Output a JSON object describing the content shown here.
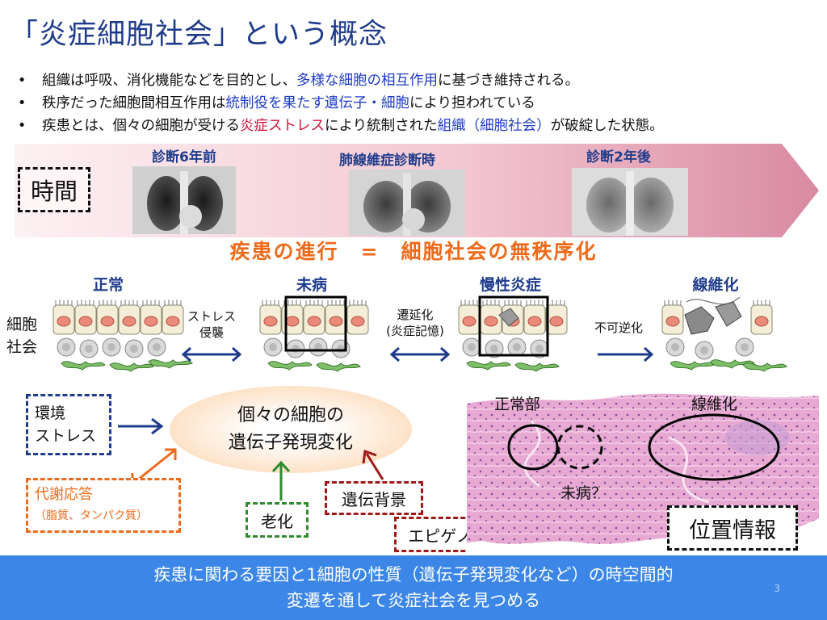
{
  "title": "「炎症細胞社会」という概念",
  "bullets": [
    {
      "parts": [
        {
          "t": "組織は呼吸、消化機能などを目的とし、",
          "c": ""
        },
        {
          "t": "多様な細胞の相互作用",
          "c": "hl-blue"
        },
        {
          "t": "に基づき維持される。",
          "c": ""
        }
      ]
    },
    {
      "parts": [
        {
          "t": "秩序だった細胞間相互作用は",
          "c": ""
        },
        {
          "t": "統制役を果たす遺伝子・細胞",
          "c": "hl-blue"
        },
        {
          "t": "により担われている",
          "c": ""
        }
      ]
    },
    {
      "parts": [
        {
          "t": "疾患とは、個々の細胞が受ける",
          "c": ""
        },
        {
          "t": "炎症ストレス",
          "c": "hl-red"
        },
        {
          "t": "により統制された",
          "c": ""
        },
        {
          "t": "組織（細胞社会）",
          "c": "hl-blue"
        },
        {
          "t": "が破綻した状態。",
          "c": ""
        }
      ]
    }
  ],
  "bullet_symbol": "•",
  "timeline": {
    "label": "時間",
    "points": [
      {
        "label": "診断6年前"
      },
      {
        "label": "肺線維症診断時"
      },
      {
        "label": "診断2年後"
      }
    ]
  },
  "progress_title": "疾患の進行　=　細胞社会の無秩序化",
  "stages": {
    "cell_society": [
      "細胞",
      "社会"
    ],
    "normal": "正常",
    "pre_disease": "未病",
    "chronic": "慢性炎症",
    "fibrosis": "線維化",
    "stress_invasion": [
      "ストレス",
      "侵襲"
    ],
    "delayed": [
      "遷延化",
      "(炎症記憶)"
    ],
    "irreversible": "不可逆化"
  },
  "factors": {
    "env_stress": [
      "環境",
      "ストレス"
    ],
    "center": [
      "個々の細胞の",
      "遺伝子発現変化"
    ],
    "metabolic": [
      "代謝応答",
      "（脂質、タンパク質）"
    ],
    "aging": "老化",
    "genetic": "遺伝背景",
    "epigenome": "エピゲノム"
  },
  "histology": {
    "normal_part": "正常部",
    "fibrosis": "線維化",
    "pre_disease": "未病？"
  },
  "position_info": "位置情報",
  "footer": {
    "line1": "疾患に関わる要因と1細胞の性質（遺伝子発現変化など）の時空間的",
    "line2": "変遷を通して炎症社会を見つめる"
  },
  "page_number": "3",
  "colors": {
    "title": "#1f3c8c",
    "accent_orange": "#ee6a1a",
    "env_box": "#1f3c8c",
    "metabolic_box": "#ee6a1a",
    "aging_box": "#2e8b2e",
    "genetic_box": "#a01818",
    "footer_bg": "#3b86e6"
  }
}
